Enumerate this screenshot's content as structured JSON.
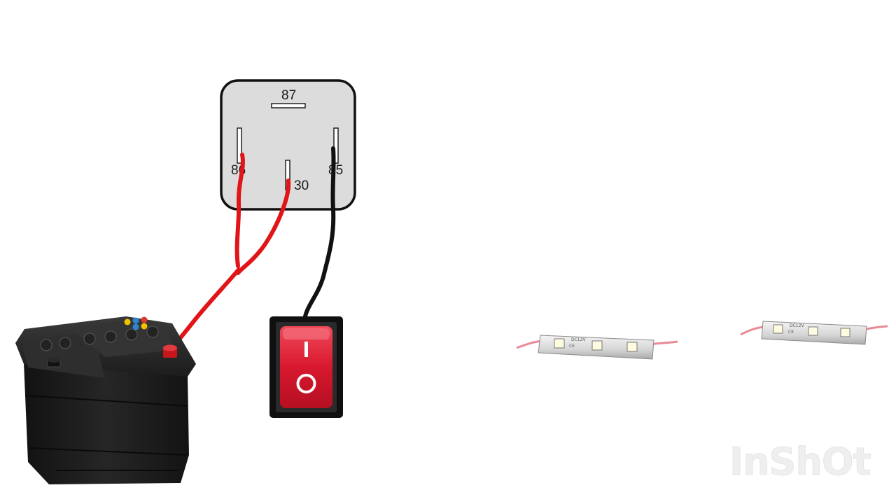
{
  "relay": {
    "pins": {
      "p87": "87",
      "p86": "86",
      "p30": "30",
      "p85": "85"
    }
  },
  "switch": {
    "on_symbol": "I",
    "off_symbol": "O"
  },
  "led_modules": {
    "printed_label": "DC12V",
    "ce_mark": "CE"
  },
  "watermark": {
    "text": "InShOt"
  },
  "colors": {
    "positive_wire": "#e11418",
    "negative_wire": "#111111",
    "relay_body": "#dcdcdc",
    "switch_rocker": "#d8182e",
    "battery_body": "#1f1f1f",
    "terminal_positive": "#c8161d"
  },
  "icons": {
    "battery": "car-battery-icon",
    "switch": "rocker-switch-icon",
    "relay": "automotive-relay-icon",
    "led": "led-module-icon"
  }
}
